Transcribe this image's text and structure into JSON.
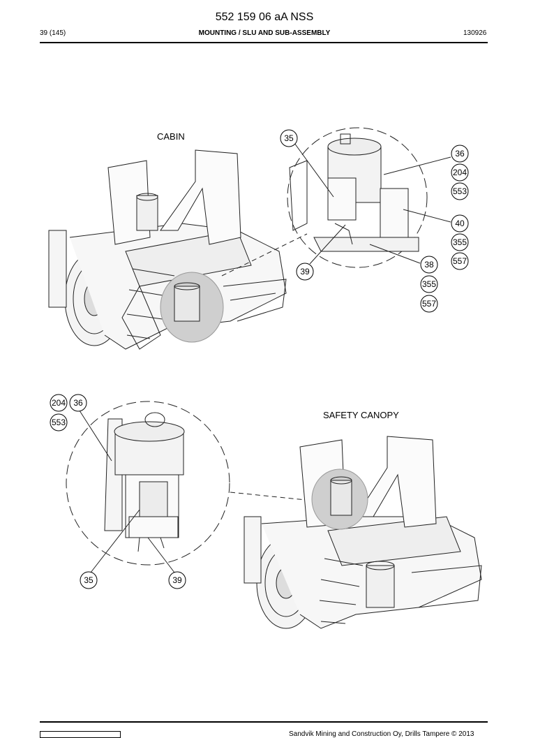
{
  "header": {
    "doc_number": "552 159 06 aA NSS",
    "page": "39 (145)",
    "section_title": "MOUNTING / SLU AND SUB-ASSEMBLY",
    "date_code": "130926"
  },
  "figure_top": {
    "title": "CABIN",
    "callouts": [
      "35",
      "36",
      "204",
      "553",
      "40",
      "355",
      "557",
      "38",
      "355",
      "557",
      "39"
    ]
  },
  "figure_bottom": {
    "title": "SAFETY CANOPY",
    "callouts": [
      "204",
      "36",
      "553",
      "35",
      "39"
    ]
  },
  "footer": {
    "text": "Sandvik Mining and Construction Oy, Drills Tampere © 2013"
  }
}
